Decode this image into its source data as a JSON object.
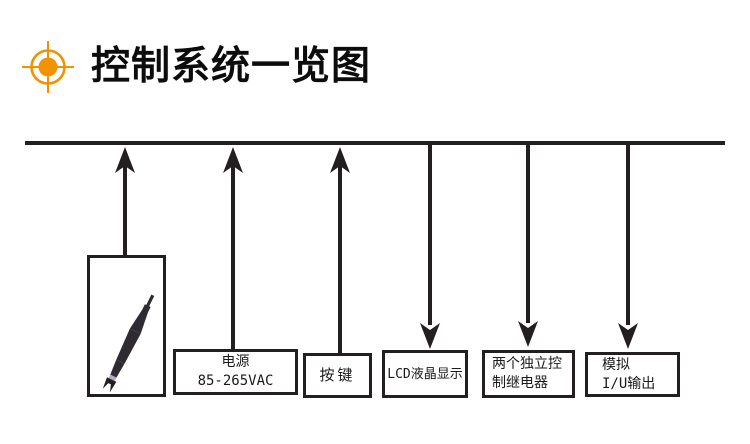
{
  "header": {
    "title": "控制系统一览图",
    "icon": "crosshair-target",
    "accent_color": "#F39200"
  },
  "diagram": {
    "line_color": "#231F20",
    "bus": {
      "orientation": "horizontal"
    },
    "nodes": [
      {
        "id": "sensor-probe",
        "type": "image",
        "content": "sensor-probe-electrode",
        "arrow": "up"
      },
      {
        "id": "power",
        "line1": "电源",
        "line2": "85-265VAC",
        "arrow": "up"
      },
      {
        "id": "keys",
        "line1": "按键",
        "arrow": "up"
      },
      {
        "id": "lcd",
        "line1": "LCD液晶显示",
        "arrow": "down"
      },
      {
        "id": "relay",
        "line1": "两个独立控",
        "line2": "制继电器",
        "arrow": "down"
      },
      {
        "id": "analog",
        "line1": "模拟",
        "line2": "I/U输出",
        "arrow": "down"
      }
    ]
  }
}
